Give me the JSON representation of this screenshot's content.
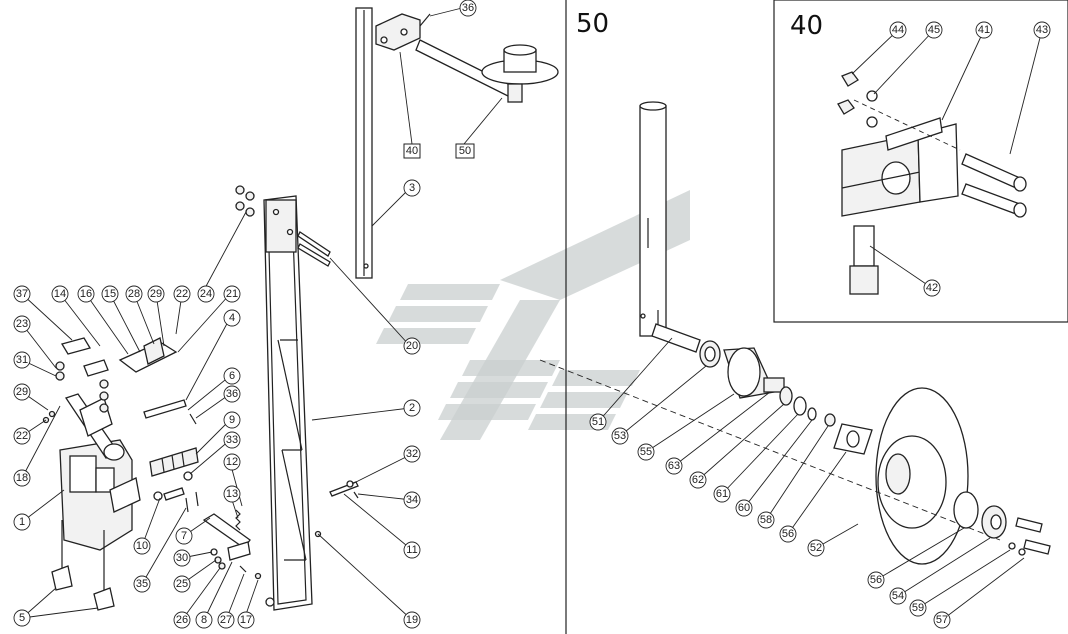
{
  "sections": {
    "section_50_title": "50",
    "section_40_title": "40"
  },
  "boxed_labels": [
    "40",
    "50"
  ],
  "callouts": {
    "c36a": "36",
    "c3": "3",
    "c24": "24",
    "c20": "20",
    "c2": "2",
    "c37": "37",
    "c14": "14",
    "c16": "16",
    "c15": "15",
    "c28": "28",
    "c29a": "29",
    "c22a": "22",
    "c21": "21",
    "c23": "23",
    "c31": "31",
    "c29b": "29",
    "c22b": "22",
    "c18": "18",
    "c1": "1",
    "c5": "5",
    "c4": "4",
    "c6": "6",
    "c36b": "36",
    "c9": "9",
    "c33": "33",
    "c10": "10",
    "c35": "35",
    "c12": "12",
    "c13": "13",
    "c7": "7",
    "c30": "30",
    "c25": "25",
    "c26": "26",
    "c8": "8",
    "c27": "27",
    "c17": "17",
    "c32": "32",
    "c34": "34",
    "c11": "11",
    "c19": "19",
    "c51": "51",
    "c53": "53",
    "c55": "55",
    "c63": "63",
    "c62": "62",
    "c61": "61",
    "c60": "60",
    "c58": "58",
    "c56a": "56",
    "c52": "52",
    "c56b": "56",
    "c54": "54",
    "c59": "59",
    "c57": "57",
    "c44": "44",
    "c45": "45",
    "c41": "41",
    "c43": "43",
    "c42": "42"
  }
}
